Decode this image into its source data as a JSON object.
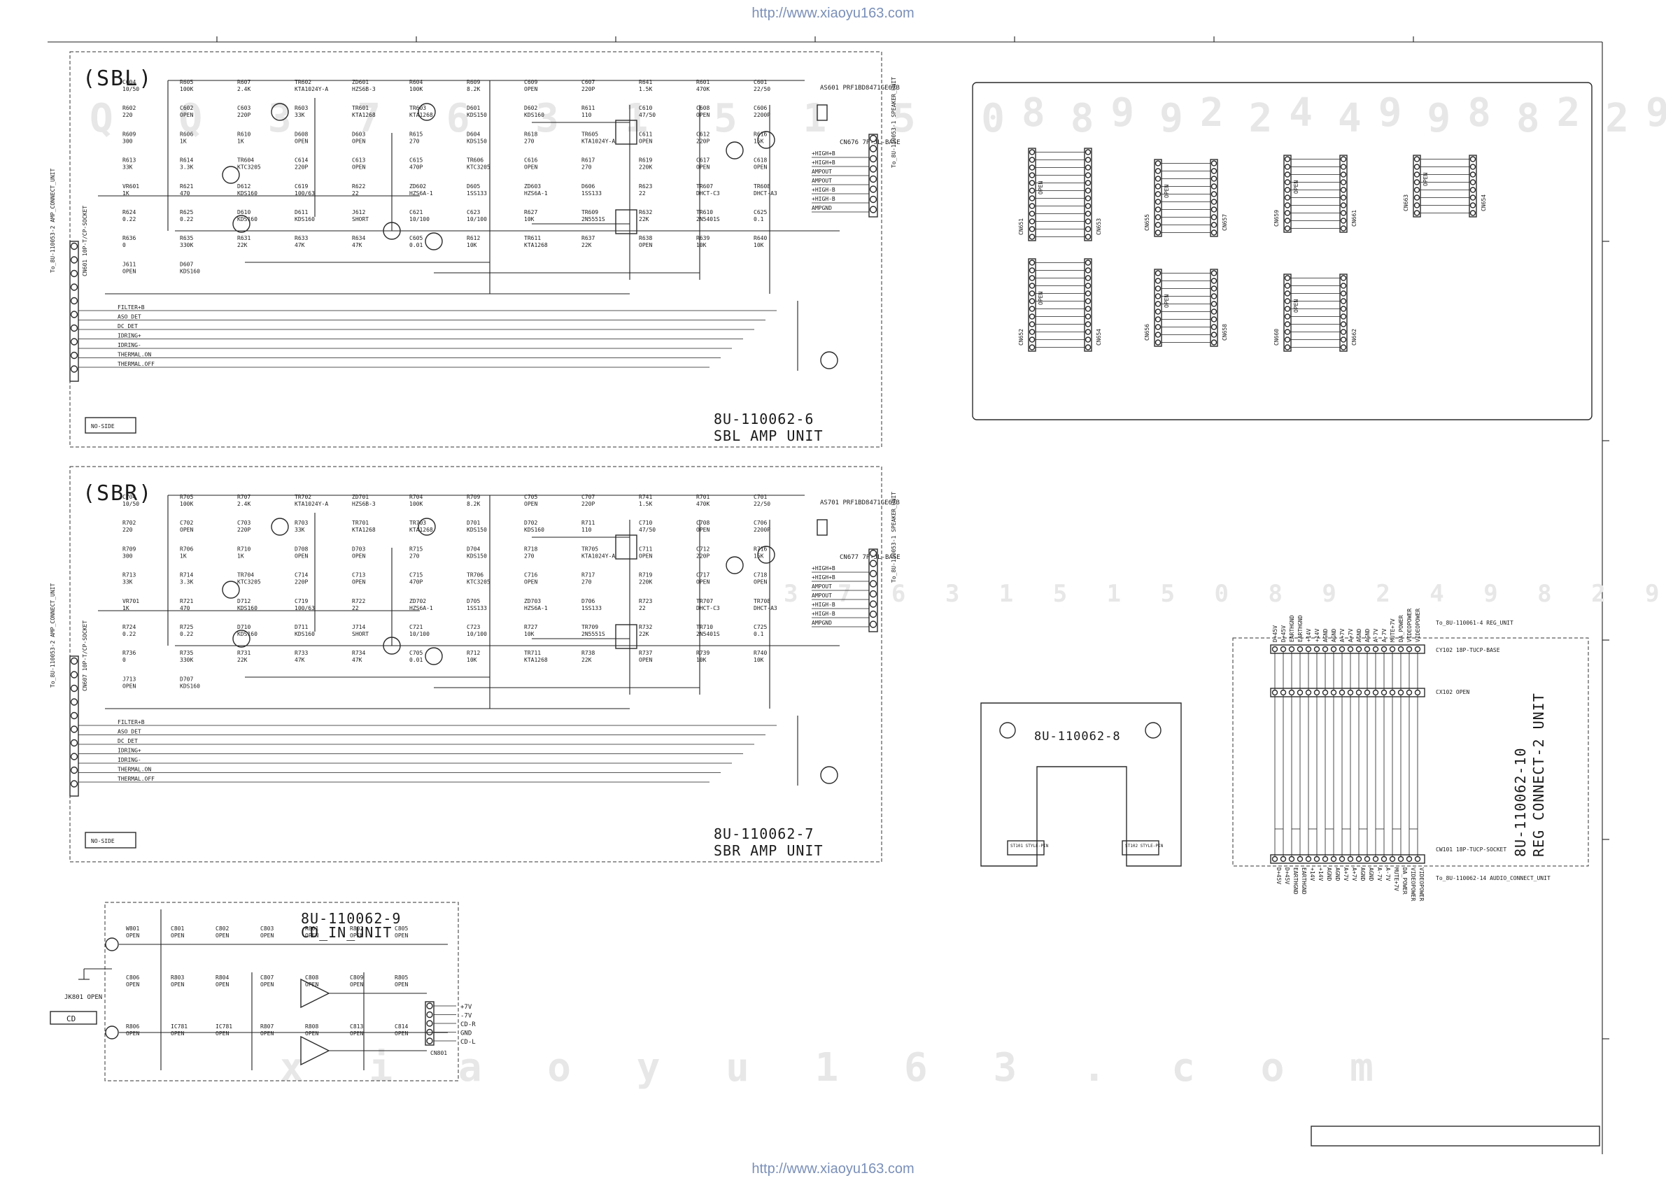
{
  "watermark_url": "http://www.xiaoyu163.com",
  "watermark_text": [
    "Q Q 3 7 6 3 1 5 1 5 0 8 9 2 4 9 8 2 9 9",
    "8 9 2 4 9 8 2 9 9",
    "3 7 6 3 1 5 1 5 0   8 9 2 4 9 8 2 9 9",
    "x i a o y u 1 6 3 . c o m"
  ],
  "sbl": {
    "tag": "(SBL)",
    "title": "8U-110062-6",
    "subtitle": "SBL AMP UNIT",
    "connector_label": "To_8U-110053-2 AMP_CONNECT_UNIT",
    "socket": "CN601 10P-T/CP-SOCKET",
    "side_label": "NO-SIDE",
    "speaker_label": "To_8U-110053-1 SPEAKER_UNIT",
    "cn_right": "CN676 7P-JL-BASE",
    "relay": "AS601 PRF1BD8471GE67B",
    "pins_left": [
      "FILTER+B",
      "ASO_DET",
      "DC_DET",
      "IDRING+",
      "IDRING-",
      "THERMAL.ON",
      "THERMAL.OFF"
    ],
    "pins_right": [
      "+HIGH+B",
      "+HIGH+B",
      "AMPOUT",
      "AMPOUT",
      "+HIGH-B",
      "+HIGH-B",
      "AMPGND"
    ],
    "parts": [
      "C604 10/50",
      "R605 100K",
      "R607 2.4K",
      "TR602 KTA1024Y-A",
      "ZD601 HZS6B-3",
      "R604 100K",
      "R609 8.2K",
      "C609 OPEN",
      "C607 220P",
      "R641 1.5K",
      "R601 470K",
      "C601 22/50",
      "R602 220",
      "C602 OPEN",
      "C603 220P",
      "R603 33K",
      "TR601 KTA1268",
      "TR603 KTA1268",
      "D601 KDS150",
      "D602 KDS160",
      "R611 110",
      "C610 47/50",
      "C608 OPEN",
      "C606 2200P",
      "R609 300",
      "R606 1K",
      "R610 1K",
      "D608 OPEN",
      "D603 OPEN",
      "R615 270",
      "D604 KDS150",
      "R618 270",
      "TR605 KTA1024Y-A",
      "C611 OPEN",
      "C612 220P",
      "R616 15K",
      "R613 33K",
      "R614 3.3K",
      "TR604 KTC3205",
      "C614 220P",
      "C613 OPEN",
      "C615 470P",
      "TR606 KTC3205",
      "C616 OPEN",
      "R617 270",
      "R619 220K",
      "C617 OPEN",
      "C618 OPEN",
      "VR601 1K",
      "R621 470",
      "D612 KDS160",
      "C619 100/63",
      "R622 22",
      "ZD602 HZS6A-1",
      "D605 1SS133",
      "ZD603 HZS6A-1",
      "D606 1SS133",
      "R623 22",
      "TR607 DHCT-C3",
      "TR608 DHCT-A3",
      "R624 0.22",
      "R625 0.22",
      "D610 KDS160",
      "D611 KDS160",
      "J612 SHORT",
      "C621 10/100",
      "C623 10/100",
      "R627 10K",
      "TR609 2N5551S",
      "R632 22K",
      "TR610 2N5401S",
      "C625 0.1",
      "R636 0",
      "R635 330K",
      "R631 22K",
      "R633 47K",
      "R634 47K",
      "C605 0.01",
      "R612 10K",
      "TR611 KTA1268",
      "R637 22K",
      "R638 OPEN",
      "R639 10K",
      "R640 10K",
      "J611 OPEN",
      "D607 KDS160"
    ]
  },
  "sbr": {
    "tag": "(SBR)",
    "title": "8U-110062-7",
    "subtitle": "SBR AMP UNIT",
    "connector_label": "To_8U-110053-2 AMP_CONNECT_UNIT",
    "socket": "CN607 10P-T/CP-SOCKET",
    "side_label": "NO-SIDE",
    "speaker_label": "To_8U-110053-1 SPEAKER_UNIT",
    "cn_right": "CN677 7P-JL-BASE",
    "relay": "AS701 PRF1BD8471GE67B",
    "pins_left": [
      "FILTER+B",
      "ASO_DET",
      "DC_DET",
      "IDRING+",
      "IDRING-",
      "THERMAL.ON",
      "THERMAL.OFF"
    ],
    "pins_right": [
      "+HIGH+B",
      "+HIGH+B",
      "AMPOUT",
      "AMPOUT",
      "+HIGH-B",
      "+HIGH-B",
      "AMPGND"
    ],
    "parts": [
      "C704 10/50",
      "R705 100K",
      "R707 2.4K",
      "TR702 KTA1024Y-A",
      "ZD701 HZS6B-3",
      "R704 100K",
      "R709 8.2K",
      "C705 OPEN",
      "C707 220P",
      "R741 1.5K",
      "R701 470K",
      "C701 22/50",
      "R702 220",
      "C702 OPEN",
      "C703 220P",
      "R703 33K",
      "TR701 KTA1268",
      "TR703 KTA1268",
      "D701 KDS150",
      "D702 KDS160",
      "R711 110",
      "C710 47/50",
      "C708 OPEN",
      "C706 2200P",
      "R709 300",
      "R706 1K",
      "R710 1K",
      "D708 OPEN",
      "D703 OPEN",
      "R715 270",
      "D704 KDS150",
      "R718 270",
      "TR705 KTA1024Y-A",
      "C711 OPEN",
      "C712 220P",
      "R716 15K",
      "R713 33K",
      "R714 3.3K",
      "TR704 KTC3205",
      "C714 220P",
      "C713 OPEN",
      "C715 470P",
      "TR706 KTC3205",
      "C716 OPEN",
      "R717 270",
      "R719 220K",
      "C717 OPEN",
      "C718 OPEN",
      "VR701 1K",
      "R721 470",
      "D712 KDS160",
      "C719 100/63",
      "R722 22",
      "ZD702 HZS6A-1",
      "D705 1SS133",
      "ZD703 HZS6A-1",
      "D706 1SS133",
      "R723 22",
      "TR707 DHCT-C3",
      "TR708 DHCT-A3",
      "R724 0.22",
      "R725 0.22",
      "D710 KDS160",
      "D711 KDS160",
      "J714 SHORT",
      "C721 10/100",
      "C723 10/100",
      "R727 10K",
      "TR709 2N5551S",
      "R732 22K",
      "TR710 2N5401S",
      "C725 0.1",
      "R736 0",
      "R735 330K",
      "R731 22K",
      "R733 47K",
      "R734 47K",
      "C705 0.01",
      "R712 10K",
      "TR711 KTA1268",
      "R738 22K",
      "R737 OPEN",
      "R739 10K",
      "R740 10K",
      "J713 OPEN",
      "D707 KDS160"
    ]
  },
  "cn_box": {
    "labels": [
      "CN651",
      "CN653",
      "CN655",
      "CN657",
      "CN659",
      "CN661",
      "CN663",
      "CN654",
      "CN652",
      "CN654",
      "CN656",
      "CN658",
      "CN660",
      "CN662"
    ],
    "open": "OPEN"
  },
  "u8": {
    "title": "8U-110062-8",
    "pin1": "ST101 STYLE-PIN",
    "pin2": "ST102 STYLE-PIN"
  },
  "reg": {
    "title": "8U-110062-10",
    "subtitle": "REG CONNECT-2 UNIT",
    "top_to": "To_8U-110061-4 REG_UNIT",
    "cy102": "CY102 18P-TUCP-BASE",
    "cx102": "CX102 OPEN",
    "cw101": "CW101 18P-TUCP-SOCKET",
    "bottom_to": "To_8U-110062-14 AUDIO_CONNECT_UNIT",
    "signals": [
      "D+45V",
      "D+45V",
      "EARTHGND",
      "EARTHGND",
      "+14V",
      "+14V",
      "AGND",
      "AGND",
      "A+7V",
      "A+7V",
      "AGND",
      "AGND",
      "A-7V",
      "A-7V",
      "MUTE+7V",
      "DA_POWER",
      "VIDEOPOWER",
      "VIDEOPOWER"
    ]
  },
  "cd": {
    "title": "8U-110062-9",
    "subtitle": "CD_IN_UNIT",
    "jack": "JK801 OPEN",
    "jack_box": "CD",
    "connector": "CN801",
    "outs": [
      "+7V",
      "-7V",
      "CD-R",
      "GND",
      "CD-L"
    ],
    "parts": [
      "W801 OPEN",
      "C801 OPEN",
      "C802 OPEN",
      "C803 OPEN",
      "R801 OPEN",
      "R802 OPEN",
      "C805 OPEN",
      "C806 OPEN",
      "R803 OPEN",
      "R804 OPEN",
      "C807 OPEN",
      "C808 OPEN",
      "C809 OPEN",
      "R805 OPEN",
      "R806 OPEN",
      "IC781 OPEN",
      "IC781 OPEN",
      "R807 OPEN",
      "R808 OPEN",
      "C813 OPEN",
      "C814 OPEN"
    ]
  }
}
